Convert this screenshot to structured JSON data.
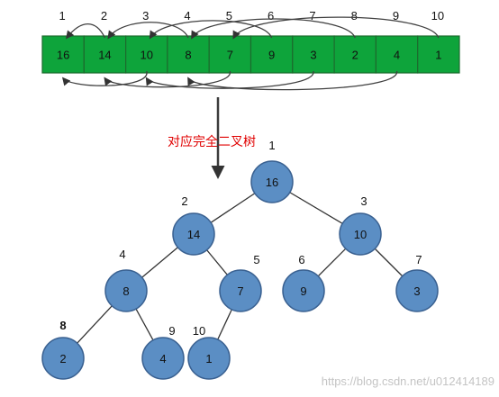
{
  "array": {
    "indices": [
      "1",
      "2",
      "3",
      "4",
      "5",
      "6",
      "7",
      "8",
      "9",
      "10"
    ],
    "values": [
      "16",
      "14",
      "10",
      "8",
      "7",
      "9",
      "3",
      "2",
      "4",
      "1"
    ]
  },
  "caption": "对应完全二叉树",
  "tree": {
    "nodes": [
      {
        "index": "1",
        "value": "16"
      },
      {
        "index": "2",
        "value": "14"
      },
      {
        "index": "3",
        "value": "10"
      },
      {
        "index": "4",
        "value": "8"
      },
      {
        "index": "5",
        "value": "7"
      },
      {
        "index": "6",
        "value": "9"
      },
      {
        "index": "7",
        "value": "3"
      },
      {
        "index": "8",
        "value": "2"
      },
      {
        "index": "9",
        "value": "4"
      },
      {
        "index": "10",
        "value": "1"
      }
    ]
  },
  "watermark": "https://blog.csdn.net/u012414189",
  "colors": {
    "cell_fill": "#0ea43b",
    "cell_border": "#1d6b2e",
    "node_fill": "#5b8ec4",
    "node_stroke": "#3a6191",
    "caption": "#e00000",
    "arrow": "#404040",
    "watermark": "#c4c4c4"
  }
}
